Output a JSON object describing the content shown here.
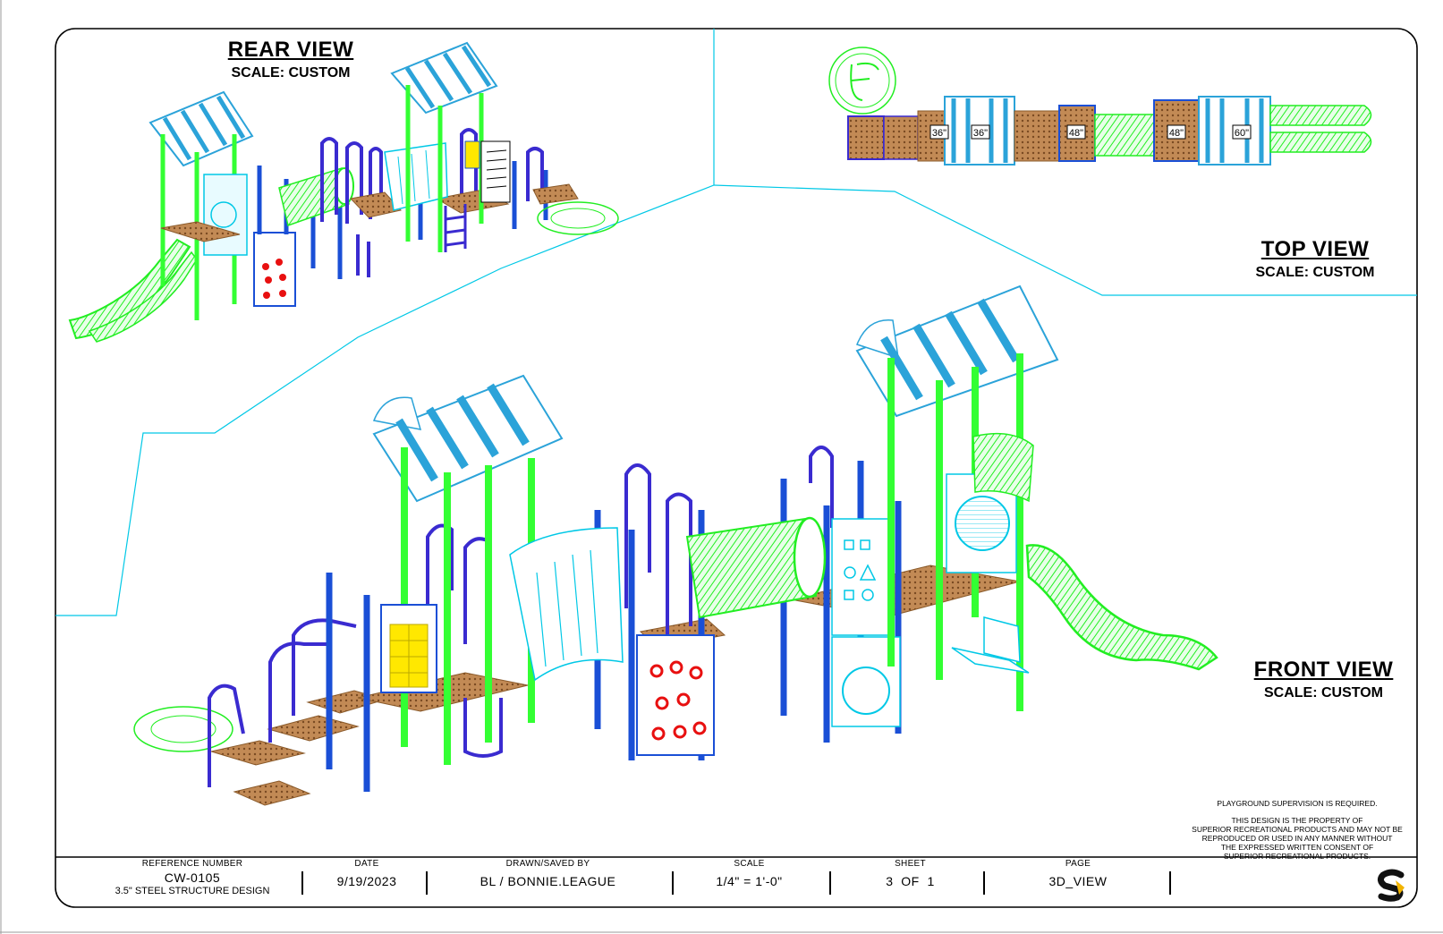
{
  "views": {
    "rear": {
      "name": "REAR VIEW",
      "scale": "SCALE: CUSTOM"
    },
    "top": {
      "name": "TOP VIEW",
      "scale": "SCALE: CUSTOM"
    },
    "front": {
      "name": "FRONT VIEW",
      "scale": "SCALE: CUSTOM"
    }
  },
  "deck_heights": [
    "36\"",
    "36\"",
    "48\"",
    "48\"",
    "60\""
  ],
  "notes": {
    "supervision": "PLAYGROUND SUPERVISION IS REQUIRED.",
    "property_lines": [
      "THIS DESIGN IS THE PROPERTY OF",
      "SUPERIOR RECREATIONAL PRODUCTS AND MAY NOT BE",
      "REPRODUCED OR USED IN ANY MANNER WITHOUT",
      "THE EXPRESSED WRITTEN CONSENT OF",
      "SUPERIOR RECREATIONAL PRODUCTS."
    ]
  },
  "title_block": {
    "reference": {
      "label": "REFERENCE NUMBER",
      "value": "CW-0105",
      "sub": "3.5\" STEEL STRUCTURE DESIGN"
    },
    "date": {
      "label": "DATE",
      "value": "9/19/2023"
    },
    "drawn": {
      "label": "DRAWN/SAVED BY",
      "value": "BL / BONNIE.LEAGUE"
    },
    "scale": {
      "label": "SCALE",
      "value": "1/4\" = 1'-0\""
    },
    "sheet": {
      "label": "SHEET",
      "value": "3  OF  1"
    },
    "page": {
      "label": "PAGE",
      "value": "3D_VIEW"
    }
  },
  "colors": {
    "frame": "#00c8e6",
    "post_green": "#33ff33",
    "post_blue": "#1a4fd6",
    "rail_purple": "#3a2bd0",
    "roof": "#2ba3d9",
    "deck": "#b07a48",
    "panel_yellow": "#ffe800",
    "climb_red": "#e81010",
    "slide_green": "#22ee22"
  }
}
